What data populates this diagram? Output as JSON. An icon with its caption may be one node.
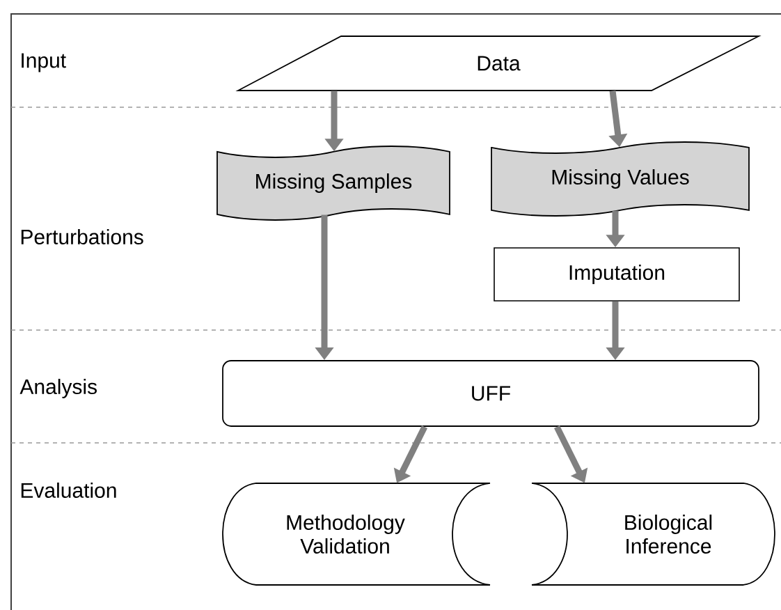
{
  "diagram": {
    "nodes": [
      {
        "text": [
          "Data"
        ]
      },
      {
        "text": [
          "Missing Samples"
        ]
      },
      {
        "text": [
          "Missing Values"
        ]
      },
      {
        "text": [
          "Imputation"
        ]
      },
      {
        "text": [
          "UFF"
        ]
      },
      {
        "text": [
          "Methodology Validation"
        ]
      },
      {
        "text": [
          "Biological Inference"
        ]
      }
    ],
    "edges": [
      {
        "from": 0,
        "to": 1,
        "arrow": "to"
      },
      {
        "from": 0,
        "to": 2,
        "arrow": "to"
      },
      {
        "from": 2,
        "to": 3,
        "arrow": "to"
      },
      {
        "from": 1,
        "to": 4,
        "arrow": "to"
      },
      {
        "from": 3,
        "to": 4,
        "arrow": "to"
      },
      {
        "from": 4,
        "to": 5,
        "arrow": "to"
      },
      {
        "from": 4,
        "to": 6,
        "arrow": "to"
      }
    ],
    "labels": [
      "Input",
      "Perturbations",
      "Analysis",
      "Evaluation"
    ]
  }
}
